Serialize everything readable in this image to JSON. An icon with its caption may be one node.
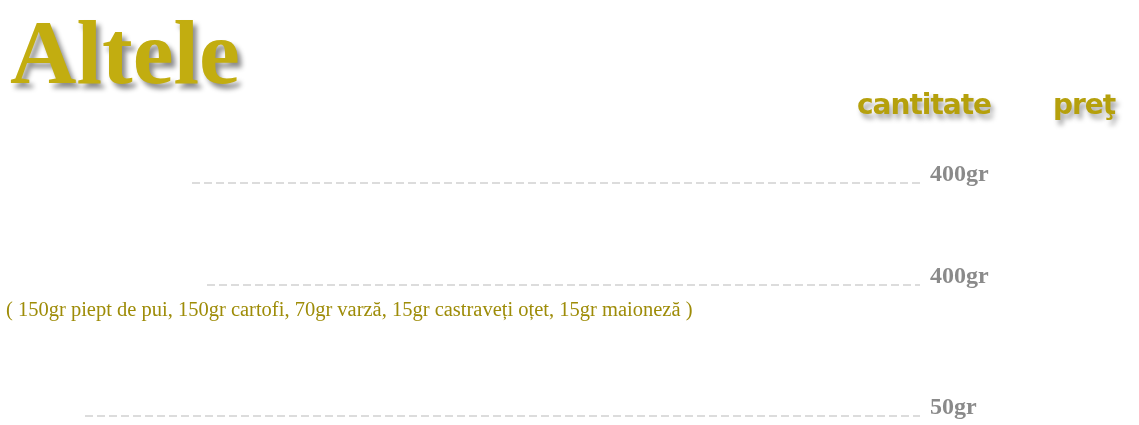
{
  "diagram": {
    "title": "Altele",
    "nodes": [
      {
        "text": [
          "400gr"
        ]
      },
      {
        "text": [
          "400gr"
        ]
      },
      {
        "text": [
          "50gr"
        ]
      }
    ],
    "edges": [
      {
        "from": 0,
        "to": null,
        "arrow": "none",
        "style": "dashed"
      },
      {
        "from": 1,
        "to": null,
        "arrow": "none",
        "style": "dashed"
      },
      {
        "from": 2,
        "to": null,
        "arrow": "none",
        "style": "dashed"
      }
    ],
    "labels": [
      "cantitate",
      "preţ",
      "( 150gr piept de pui, 150gr cartofi, 70gr varză, 15gr castraveți oțet, 15gr maioneză )"
    ]
  }
}
